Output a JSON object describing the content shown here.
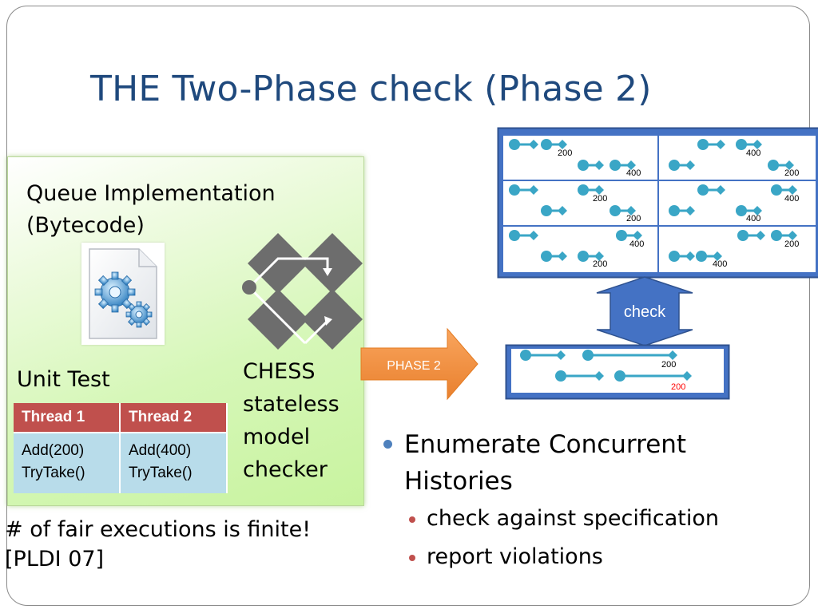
{
  "slide": {
    "title": "THE Two-Phase check (Phase 2)",
    "queue_impl_line1": "Queue Implementation",
    "queue_impl_line2": "(Bytecode)",
    "chess_line1": "CHESS",
    "chess_line2": "stateless",
    "chess_line3": "model",
    "chess_line4": "checker",
    "unit_test_label": "Unit Test",
    "table": {
      "headers": [
        "Thread 1",
        "Thread 2"
      ],
      "col1": [
        "Add(200)",
        "TryTake()"
      ],
      "col2": [
        "Add(400)",
        "TryTake()"
      ]
    },
    "fair_line1": "# of fair executions is finite!",
    "fair_line2": "[PLDI 07]",
    "phase_arrow_label": "PHASE 2",
    "check_label": "check",
    "history_labels": [
      "200",
      "400",
      "400",
      "200",
      "200",
      "200",
      "400",
      "400",
      "400",
      "200",
      "200",
      "400"
    ],
    "spec_labels": [
      "200",
      "200"
    ],
    "bullets": {
      "main_line1": "Enumerate Concurrent",
      "main_line2": "Histories",
      "sub1": "check against specification",
      "sub2": "report violations"
    },
    "colors": {
      "title": "#1f497d",
      "panel_border": "#4472c4",
      "history_mark": "#3aa6c6",
      "arrow": "#f79646",
      "table_header": "#c0504d",
      "table_cell": "#b8dcea",
      "violation": "#ff0000"
    },
    "icons": [
      "gears-document-icon",
      "chess-diamond-icon"
    ]
  }
}
